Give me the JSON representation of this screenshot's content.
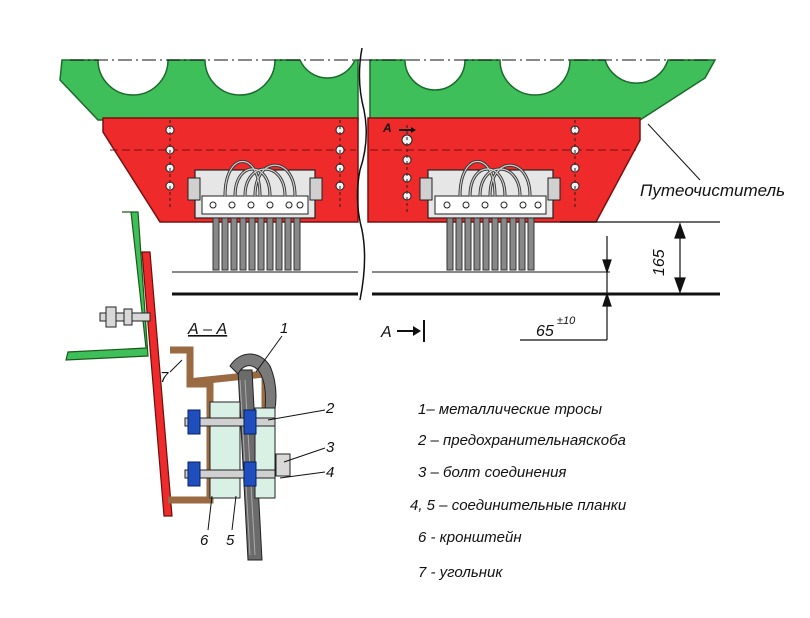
{
  "labels": {
    "putochistitel": "Путеочиститель",
    "dim_165": "165",
    "dim_65": "65",
    "dim_65_tol": "±10",
    "section_mark_top": "А",
    "section_mark_arrow": "А",
    "section_title": "А – А"
  },
  "callouts": [
    "1",
    "2",
    "3",
    "4",
    "5",
    "6",
    "7"
  ],
  "legend": [
    "1– металлические тросы",
    "2 – предохранительнаяскоба",
    "3 – болт соединения",
    "4, 5 – соединительные планки",
    "6 - кронштейн",
    "7 - угольник"
  ],
  "colors": {
    "green": "#3fbf5a",
    "red": "#ee2a2a",
    "steel": "#6b6b6b",
    "brown": "#9a6a43",
    "blue": "#1f4fbf",
    "line": "#111111"
  }
}
